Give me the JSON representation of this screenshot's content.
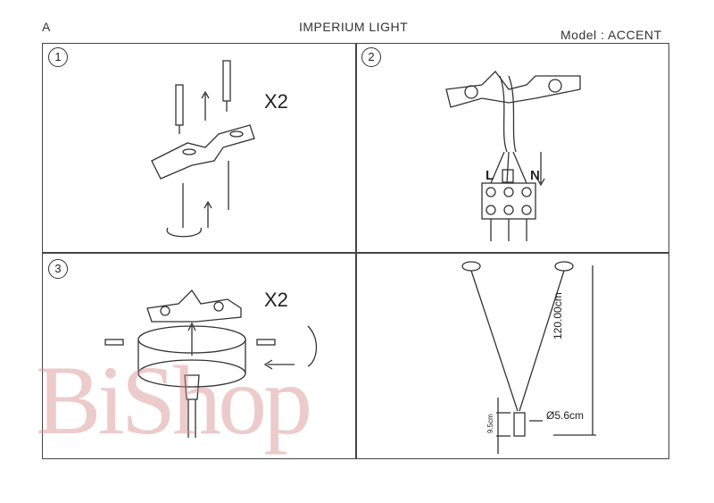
{
  "header": {
    "corner_label": "A",
    "title": "IMPERIUM LIGHT",
    "model": "Model : ACCENT"
  },
  "steps": [
    {
      "number": "1",
      "multiplier": "X2"
    },
    {
      "number": "2",
      "terminal_left": "L",
      "terminal_right": "N"
    },
    {
      "number": "3",
      "multiplier": "X2"
    }
  ],
  "dimensions": {
    "height": "120.00cm",
    "diameter": "Ø5.6cm",
    "shade_height": "9.5cm"
  },
  "watermark": "BiShop"
}
